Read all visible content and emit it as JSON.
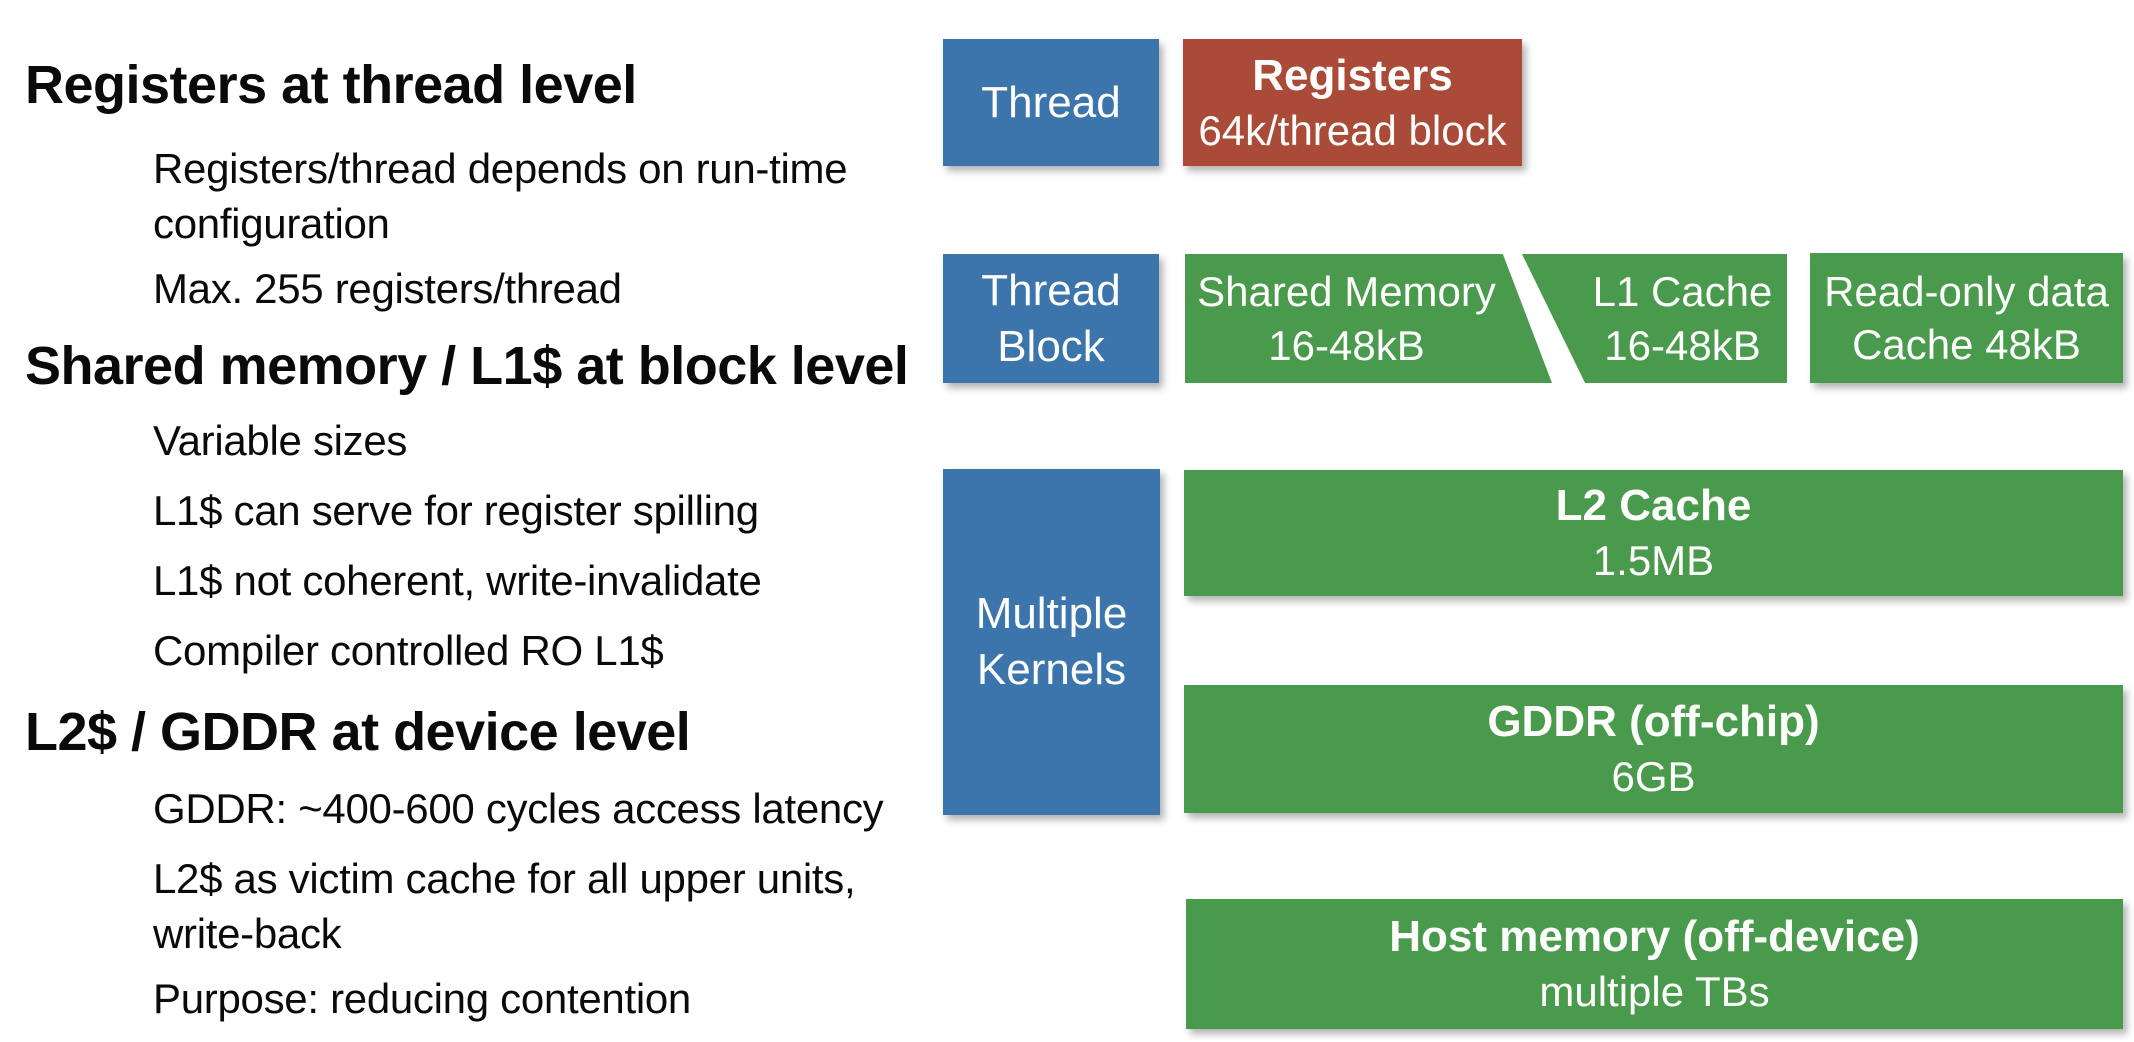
{
  "slide_title": "GPU memory hierarchy slide",
  "colors": {
    "background": "#ffffff",
    "outline_text": "#0a0a0a",
    "box_text": "#fdfdfb",
    "scope_blue": "#3c74ac",
    "registers_red": "#a94b38",
    "memory_green": "#4a9a4e"
  },
  "outline": {
    "items": [
      {
        "level": 1,
        "text": "Registers at thread level"
      },
      {
        "level": 2,
        "text": "Registers/thread depends on run-time configuration"
      },
      {
        "level": 2,
        "text": "Max. 255 registers/thread"
      },
      {
        "level": 1,
        "text": "Shared memory / L1$ at block level"
      },
      {
        "level": 2,
        "text": "Variable sizes"
      },
      {
        "level": 2,
        "text": "L1$ can serve for register spilling"
      },
      {
        "level": 2,
        "text": "L1$ not coherent, write-invalidate"
      },
      {
        "level": 2,
        "text": "Compiler controlled RO L1$"
      },
      {
        "level": 1,
        "text": "L2$ / GDDR at device level"
      },
      {
        "level": 2,
        "text": "GDDR: ~400-600 cycles access latency"
      },
      {
        "level": 2,
        "text": "L2$ as victim cache for all upper units, write-back"
      },
      {
        "level": 2,
        "text": "Purpose: reducing contention"
      }
    ]
  },
  "diagram": {
    "row1": {
      "thread": {
        "label": "Thread"
      },
      "registers": {
        "title": "Registers",
        "subtitle": "64k/thread block"
      }
    },
    "row2": {
      "thread_block": {
        "line1": "Thread",
        "line2": "Block"
      },
      "shared_memory": {
        "line1": "Shared Memory",
        "line2": "16-48kB"
      },
      "l1_cache": {
        "line1": "L1 Cache",
        "line2": "16-48kB"
      },
      "read_only_cache": {
        "line1": "Read-only data",
        "line2": "Cache 48kB"
      }
    },
    "row3": {
      "multiple_kernels": {
        "line1": "Multiple",
        "line2": "Kernels"
      },
      "l2_cache": {
        "title": "L2 Cache",
        "subtitle": "1.5MB"
      },
      "gddr": {
        "title": "GDDR (off-chip)",
        "subtitle": "6GB"
      },
      "host_memory": {
        "title": "Host memory (off-device)",
        "subtitle": "multiple TBs"
      }
    }
  }
}
